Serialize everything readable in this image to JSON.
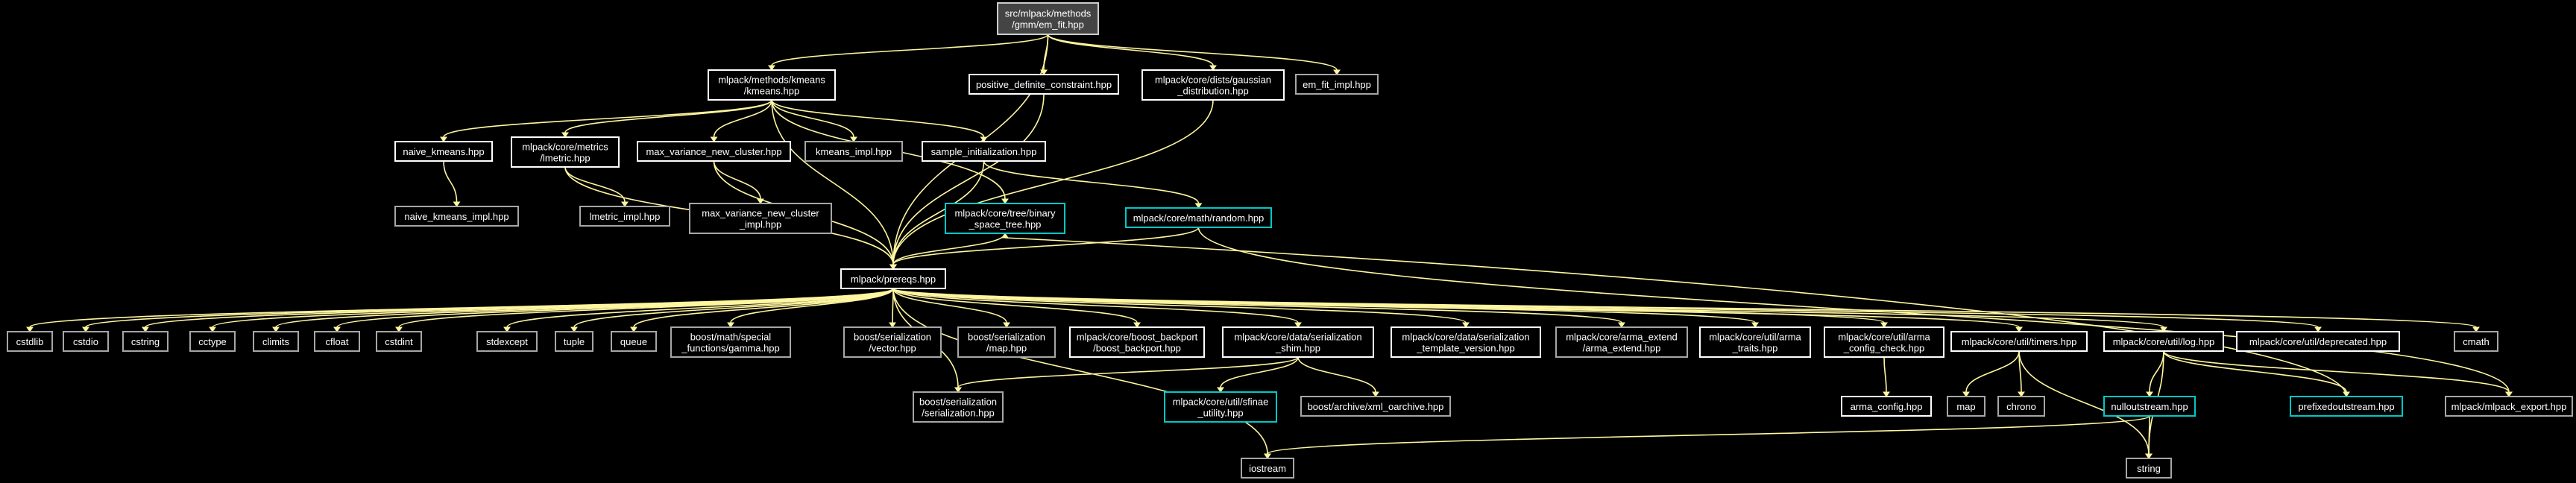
{
  "colors": {
    "background": "#000000",
    "edge": "#fff6a0",
    "root_fill": "#444444",
    "root_border": "#cccccc",
    "text": "#ffffff",
    "documented_border": "#ffffff",
    "undocumented_border": "#a6a6a6",
    "cyan_border": "#00c8c8"
  },
  "nodes": [
    {
      "id": "root",
      "lines": [
        "src/mlpack/methods",
        "/gmm/em_fit.hpp"
      ],
      "style": "root"
    },
    {
      "id": "kmeans",
      "lines": [
        "mlpack/methods/kmeans",
        "/kmeans.hpp"
      ],
      "style": "documented"
    },
    {
      "id": "posdef",
      "lines": [
        "positive_definite_constraint.hpp"
      ],
      "style": "documented"
    },
    {
      "id": "gaussian",
      "lines": [
        "mlpack/core/dists/gaussian",
        "_distribution.hpp"
      ],
      "style": "documented"
    },
    {
      "id": "emfitimpl",
      "lines": [
        "em_fit_impl.hpp"
      ],
      "style": "undocumented"
    },
    {
      "id": "naive",
      "lines": [
        "naive_kmeans.hpp"
      ],
      "style": "documented"
    },
    {
      "id": "lmetric",
      "lines": [
        "mlpack/core/metrics",
        "/lmetric.hpp"
      ],
      "style": "documented"
    },
    {
      "id": "maxvar",
      "lines": [
        "max_variance_new_cluster.hpp"
      ],
      "style": "documented"
    },
    {
      "id": "kmeansimpl",
      "lines": [
        "kmeans_impl.hpp"
      ],
      "style": "undocumented"
    },
    {
      "id": "sampleinit",
      "lines": [
        "sample_initialization.hpp"
      ],
      "style": "documented"
    },
    {
      "id": "naiveimpl",
      "lines": [
        "naive_kmeans_impl.hpp"
      ],
      "style": "undocumented"
    },
    {
      "id": "lmetricimpl",
      "lines": [
        "lmetric_impl.hpp"
      ],
      "style": "undocumented"
    },
    {
      "id": "maxvarimpl",
      "lines": [
        "max_variance_new_cluster",
        "_impl.hpp"
      ],
      "style": "undocumented"
    },
    {
      "id": "bst",
      "lines": [
        "mlpack/core/tree/binary",
        "_space_tree.hpp"
      ],
      "style": "cyan"
    },
    {
      "id": "random",
      "lines": [
        "mlpack/core/math/random.hpp"
      ],
      "style": "cyan"
    },
    {
      "id": "prereqs",
      "lines": [
        "mlpack/prereqs.hpp"
      ],
      "style": "documented"
    },
    {
      "id": "cstdlib",
      "lines": [
        "cstdlib"
      ],
      "style": "undocumented"
    },
    {
      "id": "cstdio",
      "lines": [
        "cstdio"
      ],
      "style": "undocumented"
    },
    {
      "id": "cstring",
      "lines": [
        "cstring"
      ],
      "style": "undocumented"
    },
    {
      "id": "cctype",
      "lines": [
        "cctype"
      ],
      "style": "undocumented"
    },
    {
      "id": "climits",
      "lines": [
        "climits"
      ],
      "style": "undocumented"
    },
    {
      "id": "cfloat",
      "lines": [
        "cfloat"
      ],
      "style": "undocumented"
    },
    {
      "id": "cstdint",
      "lines": [
        "cstdint"
      ],
      "style": "undocumented"
    },
    {
      "id": "stdexcept",
      "lines": [
        "stdexcept"
      ],
      "style": "undocumented"
    },
    {
      "id": "tuple",
      "lines": [
        "tuple"
      ],
      "style": "undocumented"
    },
    {
      "id": "queue",
      "lines": [
        "queue"
      ],
      "style": "undocumented"
    },
    {
      "id": "gamma",
      "lines": [
        "boost/math/special",
        "_functions/gamma.hpp"
      ],
      "style": "undocumented"
    },
    {
      "id": "vector",
      "lines": [
        "boost/serialization",
        "/vector.hpp"
      ],
      "style": "undocumented"
    },
    {
      "id": "map_hpp",
      "lines": [
        "boost/serialization",
        "/map.hpp"
      ],
      "style": "undocumented"
    },
    {
      "id": "backport",
      "lines": [
        "mlpack/core/boost_backport",
        "/boost_backport.hpp"
      ],
      "style": "documented"
    },
    {
      "id": "shim",
      "lines": [
        "mlpack/core/data/serialization",
        "_shim.hpp"
      ],
      "style": "documented"
    },
    {
      "id": "tmplver",
      "lines": [
        "mlpack/core/data/serialization",
        "_template_version.hpp"
      ],
      "style": "documented"
    },
    {
      "id": "armaext",
      "lines": [
        "mlpack/core/arma_extend",
        "/arma_extend.hpp"
      ],
      "style": "undocumented"
    },
    {
      "id": "armatraits",
      "lines": [
        "mlpack/core/util/arma",
        "_traits.hpp"
      ],
      "style": "documented"
    },
    {
      "id": "armacfgchk",
      "lines": [
        "mlpack/core/util/arma",
        "_config_check.hpp"
      ],
      "style": "documented"
    },
    {
      "id": "timers",
      "lines": [
        "mlpack/core/util/timers.hpp"
      ],
      "style": "documented"
    },
    {
      "id": "log",
      "lines": [
        "mlpack/core/util/log.hpp"
      ],
      "style": "documented"
    },
    {
      "id": "deprecated",
      "lines": [
        "mlpack/core/util/deprecated.hpp"
      ],
      "style": "documented"
    },
    {
      "id": "cmath",
      "lines": [
        "cmath"
      ],
      "style": "undocumented"
    },
    {
      "id": "serialization",
      "lines": [
        "boost/serialization",
        "/serialization.hpp"
      ],
      "style": "undocumented"
    },
    {
      "id": "sfinae",
      "lines": [
        "mlpack/core/util/sfinae",
        "_utility.hpp"
      ],
      "style": "cyan"
    },
    {
      "id": "xmloarchive",
      "lines": [
        "boost/archive/xml_oarchive.hpp"
      ],
      "style": "undocumented"
    },
    {
      "id": "armaconfig",
      "lines": [
        "arma_config.hpp"
      ],
      "style": "documented"
    },
    {
      "id": "map",
      "lines": [
        "map"
      ],
      "style": "undocumented"
    },
    {
      "id": "chrono",
      "lines": [
        "chrono"
      ],
      "style": "undocumented"
    },
    {
      "id": "nullout",
      "lines": [
        "nulloutstream.hpp"
      ],
      "style": "cyan"
    },
    {
      "id": "prefixed",
      "lines": [
        "prefixedoutstream.hpp"
      ],
      "style": "cyan"
    },
    {
      "id": "export",
      "lines": [
        "mlpack/mlpack_export.hpp"
      ],
      "style": "undocumented"
    },
    {
      "id": "iostream",
      "lines": [
        "iostream"
      ],
      "style": "undocumented"
    },
    {
      "id": "string",
      "lines": [
        "string"
      ],
      "style": "undocumented"
    }
  ],
  "edges": [
    [
      "root",
      "kmeans"
    ],
    [
      "root",
      "posdef"
    ],
    [
      "root",
      "gaussian"
    ],
    [
      "root",
      "emfitimpl"
    ],
    [
      "root",
      "prereqs"
    ],
    [
      "kmeans",
      "naive"
    ],
    [
      "kmeans",
      "lmetric"
    ],
    [
      "kmeans",
      "maxvar"
    ],
    [
      "kmeans",
      "kmeansimpl"
    ],
    [
      "kmeans",
      "sampleinit"
    ],
    [
      "kmeans",
      "bst"
    ],
    [
      "kmeans",
      "prereqs"
    ],
    [
      "naive",
      "naiveimpl"
    ],
    [
      "lmetric",
      "lmetricimpl"
    ],
    [
      "lmetric",
      "prereqs"
    ],
    [
      "maxvar",
      "maxvarimpl"
    ],
    [
      "maxvar",
      "prereqs"
    ],
    [
      "sampleinit",
      "prereqs"
    ],
    [
      "sampleinit",
      "random"
    ],
    [
      "bst",
      "prereqs"
    ],
    [
      "random",
      "prereqs"
    ],
    [
      "random",
      "export"
    ],
    [
      "posdef",
      "prereqs"
    ],
    [
      "gaussian",
      "prereqs"
    ],
    [
      "prereqs",
      "cstdlib"
    ],
    [
      "prereqs",
      "cstdio"
    ],
    [
      "prereqs",
      "cstring"
    ],
    [
      "prereqs",
      "cctype"
    ],
    [
      "prereqs",
      "climits"
    ],
    [
      "prereqs",
      "cfloat"
    ],
    [
      "prereqs",
      "cstdint"
    ],
    [
      "prereqs",
      "stdexcept"
    ],
    [
      "prereqs",
      "tuple"
    ],
    [
      "prereqs",
      "queue"
    ],
    [
      "prereqs",
      "gamma"
    ],
    [
      "prereqs",
      "vector"
    ],
    [
      "prereqs",
      "map_hpp"
    ],
    [
      "prereqs",
      "backport"
    ],
    [
      "prereqs",
      "shim"
    ],
    [
      "prereqs",
      "tmplver"
    ],
    [
      "prereqs",
      "armaext"
    ],
    [
      "prereqs",
      "armatraits"
    ],
    [
      "prereqs",
      "armacfgchk"
    ],
    [
      "prereqs",
      "timers"
    ],
    [
      "prereqs",
      "log"
    ],
    [
      "prereqs",
      "deprecated"
    ],
    [
      "prereqs",
      "cmath"
    ],
    [
      "prereqs",
      "serialization"
    ],
    [
      "prereqs",
      "iostream"
    ],
    [
      "shim",
      "serialization"
    ],
    [
      "shim",
      "sfinae"
    ],
    [
      "shim",
      "xmloarchive"
    ],
    [
      "armacfgchk",
      "armaconfig"
    ],
    [
      "timers",
      "map"
    ],
    [
      "timers",
      "chrono"
    ],
    [
      "timers",
      "string"
    ],
    [
      "log",
      "nullout"
    ],
    [
      "log",
      "prefixed"
    ],
    [
      "log",
      "export"
    ],
    [
      "log",
      "string"
    ],
    [
      "nullout",
      "iostream"
    ],
    [
      "nullout",
      "string"
    ],
    [
      "prefixed",
      "bst"
    ]
  ]
}
